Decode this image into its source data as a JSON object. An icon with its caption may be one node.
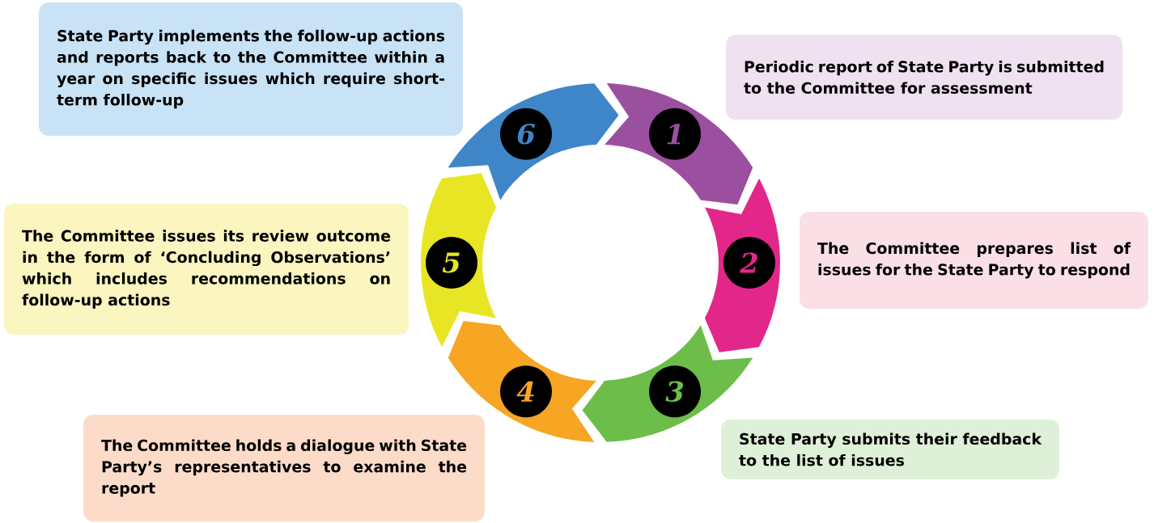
{
  "diagram": {
    "nodes": [
      {
        "text": [
          "1"
        ]
      },
      {
        "text": [
          "2"
        ]
      },
      {
        "text": [
          "3"
        ]
      },
      {
        "text": [
          "4"
        ]
      },
      {
        "text": [
          "5"
        ]
      },
      {
        "text": [
          "6"
        ]
      },
      {
        "text": [
          "State Party implements the follow-up actions and reports back to the Committee within a year on specific issues which require short-term follow-up"
        ]
      },
      {
        "text": [
          "Periodic report of State Party is submitted to the Committee for assessment"
        ]
      },
      {
        "text": [
          "The Committee issues its review outcome in the form of ‘Concluding Observations’ which includes recommendations on follow-up actions"
        ]
      },
      {
        "text": [
          "The Committee prepares list of issues for the State Party to respond"
        ]
      },
      {
        "text": [
          "The Committee holds a dialogue with State Party’s representatives to examine the report"
        ]
      },
      {
        "text": [
          "State Party submits their feedback to the list of issues"
        ]
      }
    ]
  }
}
